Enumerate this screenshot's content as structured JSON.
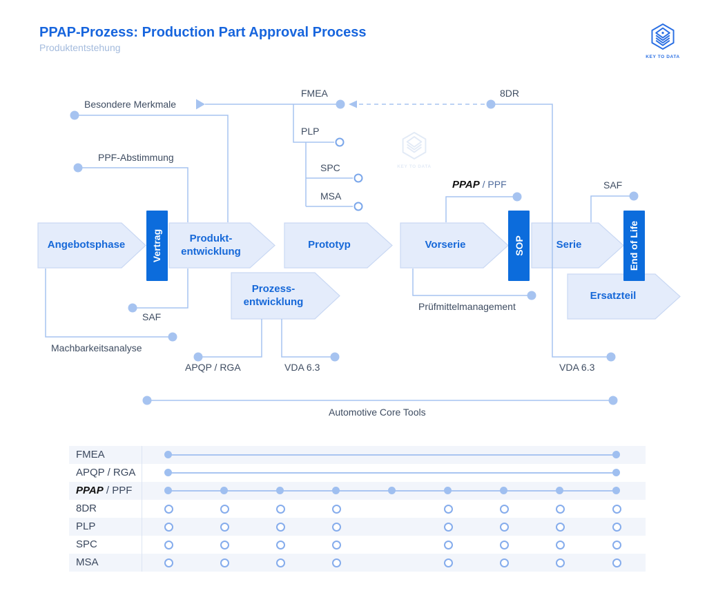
{
  "header": {
    "title": "PPAP-Prozess: Production Part Approval Process",
    "subtitle": "Produktentstehung",
    "logo_text": "KEY TO DATA"
  },
  "icons": {
    "logo": "hexagon-layers-icon",
    "besondere_merkmale_marker": "right-triangle-icon",
    "feedback_arrow": "left-arrowhead-icon"
  },
  "colors": {
    "accent_blue": "#1765dd",
    "milestone_bar_blue": "#0c6cdc",
    "arrow_fill": "#e4ecfb",
    "arrow_border": "#c9d8f3",
    "connector_blue": "#a6c3f0",
    "open_circle_stroke": "#7aa6ea",
    "label_gray": "#3e4c61",
    "row_tint": "#f2f5fb"
  },
  "flow": {
    "phases": [
      {
        "label1": "Angebotsphase",
        "label2": ""
      },
      {
        "label1": "Produkt-",
        "label2": "entwicklung"
      },
      {
        "label1": "Prototyp",
        "label2": ""
      },
      {
        "label1": "Vorserie",
        "label2": ""
      },
      {
        "label1": "Serie",
        "label2": ""
      },
      {
        "label1": "Prozess-",
        "label2": "entwicklung"
      },
      {
        "label1": "Ersatzteil",
        "label2": ""
      }
    ],
    "milestones": [
      "Vertrag",
      "SOP",
      "End of Life"
    ]
  },
  "annotations": {
    "besondere_merkmale": "Besondere Merkmale",
    "ppf_abstimmung": "PPF-Abstimmung",
    "fmea": "FMEA",
    "plp": "PLP",
    "spc": "SPC",
    "msa": "MSA",
    "dr8": "8DR",
    "ppap_strong": "PPAP",
    "ppap_rest": " / PPF",
    "saf_right": "SAF",
    "saf_left": "SAF",
    "machbarkeitsanalyse": "Machbarkeitsanalyse",
    "pruefmittelmanagement": "Prüfmittelmanagement",
    "apqp_rga": "APQP / RGA",
    "vda_left": "VDA 6.3",
    "vda_right": "VDA 6.3",
    "core_tools": "Automotive Core Tools"
  },
  "matrix": {
    "rows": [
      {
        "label": "FMEA",
        "marker": "filled",
        "connector": true,
        "cols": [
          1,
          0,
          0,
          0,
          0,
          0,
          0,
          0,
          1
        ]
      },
      {
        "label": "APQP / RGA",
        "marker": "filled",
        "connector": true,
        "cols": [
          1,
          0,
          0,
          0,
          0,
          0,
          0,
          0,
          1
        ]
      },
      {
        "label_strong": "PPAP",
        "label": " / PPF",
        "marker": "filled",
        "connector": true,
        "cols": [
          1,
          1,
          1,
          1,
          1,
          1,
          1,
          1,
          1
        ]
      },
      {
        "label": "8DR",
        "marker": "open",
        "connector": false,
        "cols": [
          1,
          1,
          1,
          1,
          0,
          1,
          1,
          1,
          1
        ]
      },
      {
        "label": "PLP",
        "marker": "open",
        "connector": false,
        "cols": [
          1,
          1,
          1,
          1,
          0,
          1,
          1,
          1,
          1
        ]
      },
      {
        "label": "SPC",
        "marker": "open",
        "connector": false,
        "cols": [
          1,
          1,
          1,
          1,
          0,
          1,
          1,
          1,
          1
        ]
      },
      {
        "label": "MSA",
        "marker": "open",
        "connector": false,
        "cols": [
          1,
          1,
          1,
          1,
          0,
          1,
          1,
          1,
          1
        ]
      }
    ]
  }
}
